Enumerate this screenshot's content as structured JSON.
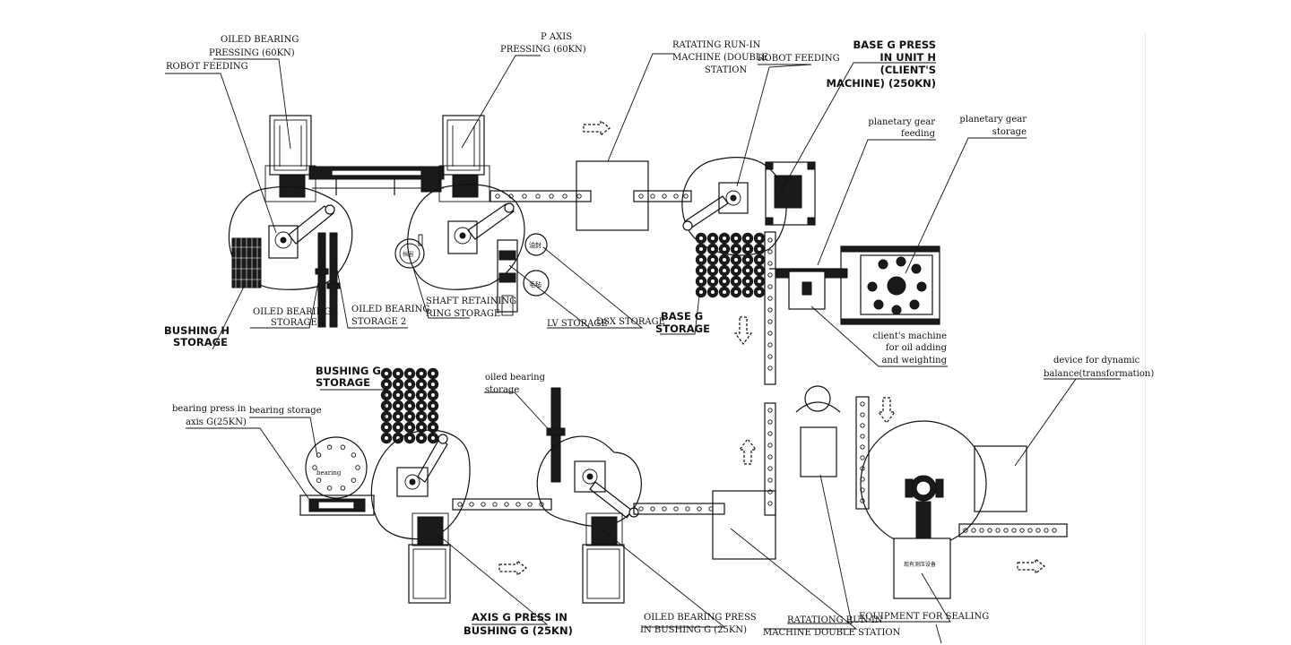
{
  "labels": {
    "oiled_bearing_pressing": [
      "OILED BEARING",
      "PRESSING (60KN)"
    ],
    "robot_feeding_1": "ROBOT FEEDING",
    "p_axis_pressing": [
      "P AXIS",
      "PRESSING (60KN)"
    ],
    "rotating_runin_top": [
      "RATATING RUN-IN",
      "MACHINE (DOUBLE",
      "STATION"
    ],
    "robot_feeding_2": "ROBOT FEEDING",
    "base_g_press": [
      "BASE G PRESS",
      "IN UNIT H",
      "(CLIENT'S",
      "MACHINE) (250KN)"
    ],
    "planetary_gear_feeding": [
      "planetary gear",
      "feeding"
    ],
    "planetary_gear_storage": [
      "planetary gear",
      "storage"
    ],
    "oiled_bearing_storage_1": [
      "OILED BEARING",
      "STORAGE 1"
    ],
    "oiled_bearing_storage_2": [
      "OILED BEARING",
      "STORAGE 2"
    ],
    "shaft_retaining_ring_storage": [
      "SHAFT RETAINING",
      "RING STORAGE"
    ],
    "lv_storage": "LV STORAGE",
    "dsx_storage": "DSX STORAGE",
    "bushing_h_storage": [
      "BUSHING H",
      "STORAGE"
    ],
    "base_g_storage": [
      "BASE G",
      "STORAGE"
    ],
    "clients_machine_oil": [
      "client's machine",
      "for oil adding",
      "and  weighting"
    ],
    "device_dynamic_balance": [
      "device for dynamic",
      "balance(transformation)"
    ],
    "bushing_g_storage": [
      "BUSHING G",
      "STORAGE"
    ],
    "oiled_bearing_storage_lower": [
      "oiled bearing",
      "storage"
    ],
    "bearing_press_axis_g": [
      "bearing press in",
      "axis G(25KN)"
    ],
    "bearing_storage": "bearing storage",
    "bearing_disc": "bearing",
    "axis_g_press": [
      "AXIS G PRESS IN",
      "BUSHING G (25KN)"
    ],
    "oiled_bearing_press_bushing": [
      "OILED BEARING PRESS",
      "IN BUSHING G (25KN)"
    ],
    "rotating_runin_bottom": [
      "RATATIONG RUN-IN",
      "MACHINE DOUBLE STATION"
    ],
    "equipment_for_sealing": "EQUIPMENT FOR SEALING",
    "cn_oil_seal": "油封",
    "cn_felt": "毛毡",
    "cn_retaining": "挡圈",
    "cn_device": "现有测压设备"
  },
  "colors": {
    "line": "#111111",
    "background": "#ffffff"
  }
}
